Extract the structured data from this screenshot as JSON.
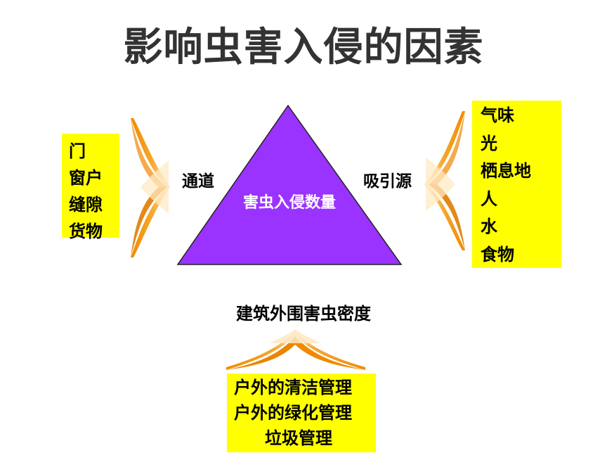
{
  "title": "影响虫害入侵的因素",
  "center_label": "害虫入侵数量",
  "left": {
    "label": "通道",
    "items": [
      "门",
      "窗户",
      "缝隙",
      "货物"
    ]
  },
  "right": {
    "label": "吸引源",
    "items": [
      "气味",
      "光",
      "栖息地",
      "人",
      "水",
      "食物"
    ]
  },
  "bottom": {
    "label": "建筑外围害虫密度",
    "items": [
      "户外的清洁管理",
      "户外的绿化管理",
      "垃圾管理"
    ]
  },
  "colors": {
    "triangle": "#9a33ff",
    "box": "#ffff00",
    "arrow": "#f08a00",
    "arrow_light": "#ffe6b3",
    "title": "#333333"
  }
}
